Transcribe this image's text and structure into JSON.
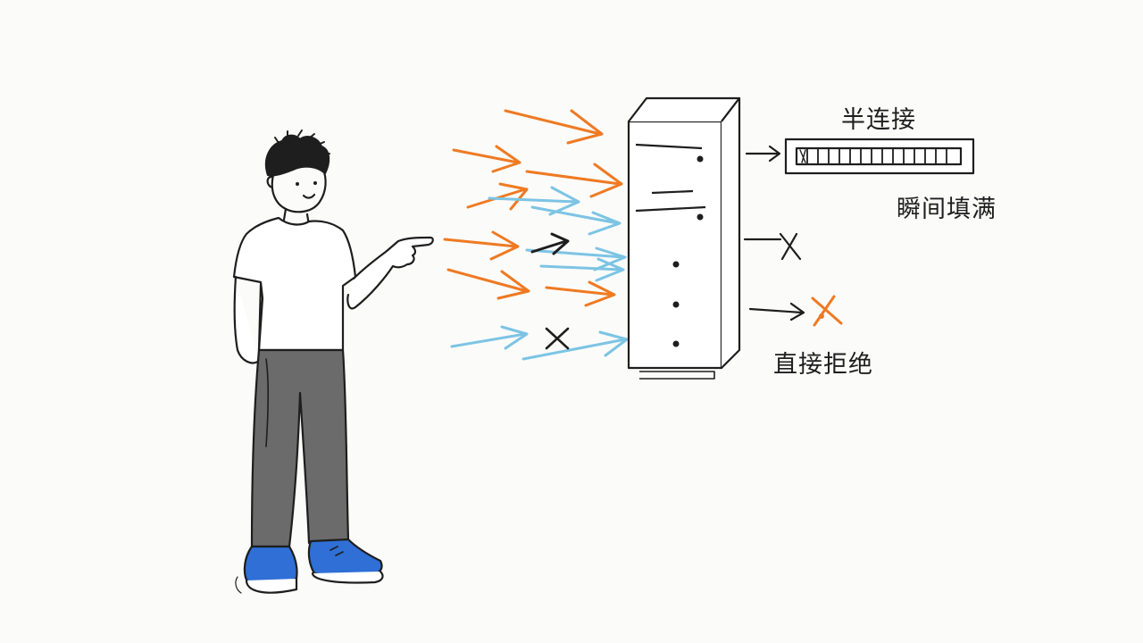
{
  "labels": {
    "half_connection": "半连接",
    "instantly_filled": "瞬间填满",
    "direct_reject": "直接拒绝"
  },
  "colors": {
    "orange_arrow": "#ef7a22",
    "blue_arrow": "#7cc4e4",
    "ink": "#1e1e1e",
    "pants": "#6b6b6b",
    "shoes": "#2f6fd6",
    "reject_mark": "#ef7a22"
  },
  "icons": {
    "server": "server-tower-icon",
    "queue": "queue-bar-icon",
    "reject": "cross-icon"
  }
}
